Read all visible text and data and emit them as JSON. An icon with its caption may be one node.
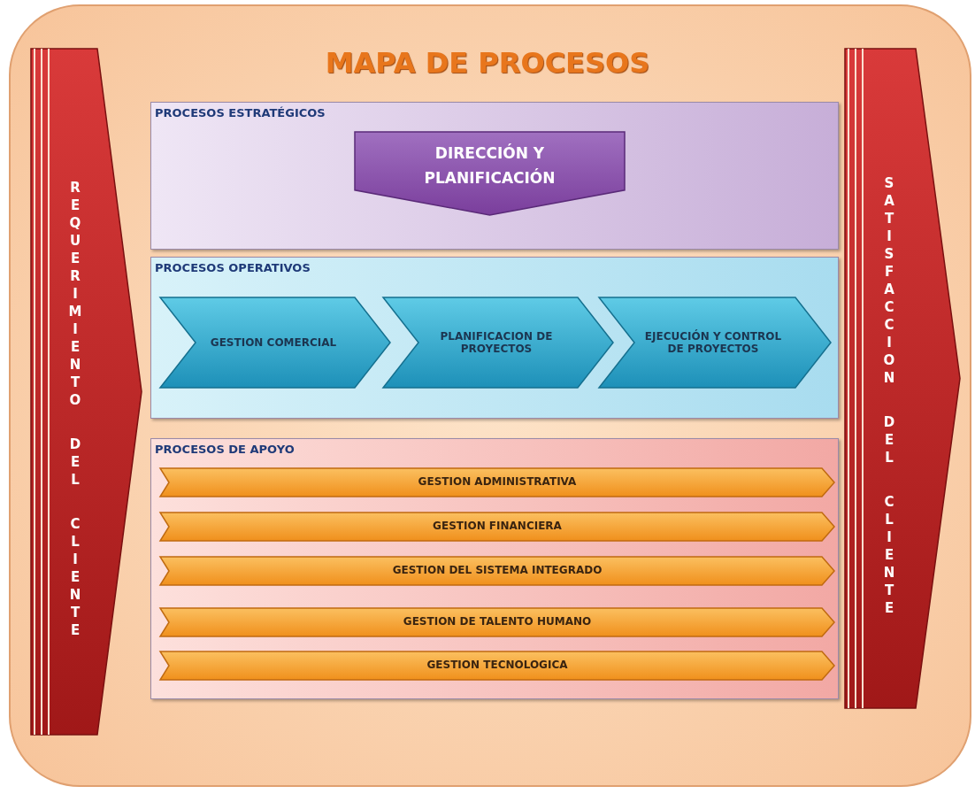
{
  "diagram": {
    "title": "MAPA DE PROCESOS",
    "nodes": [
      {
        "text": [
          "REQUERIMIENTO DEL CLIENTE"
        ]
      },
      {
        "text": [
          "PROCESOS ESTRATÉGICOS"
        ]
      },
      {
        "text": [
          "DIRECCIÓN Y PLANIFICACIÓN"
        ],
        "in": 1
      },
      {
        "text": [
          "PROCESOS OPERATIVOS"
        ]
      },
      {
        "text": [
          "GESTION COMERCIAL"
        ],
        "in": 3
      },
      {
        "text": [
          "PLANIFICACION DE PROYECTOS"
        ],
        "in": 3
      },
      {
        "text": [
          "EJECUCIÓN Y CONTROL DE PROYECTOS"
        ],
        "in": 3
      },
      {
        "text": [
          "PROCESOS DE APOYO"
        ]
      },
      {
        "text": [
          "GESTION ADMINISTRATIVA"
        ],
        "in": 7
      },
      {
        "text": [
          "GESTION FINANCIERA"
        ],
        "in": 7
      },
      {
        "text": [
          "GESTION DEL SISTEMA INTEGRADO"
        ],
        "in": 7
      },
      {
        "text": [
          "GESTION DE TALENTO HUMANO"
        ],
        "in": 7
      },
      {
        "text": [
          "GESTION TECNOLOGICA"
        ],
        "in": 7
      },
      {
        "text": [
          "SATISFACCION DEL CLIENTE"
        ]
      }
    ]
  }
}
